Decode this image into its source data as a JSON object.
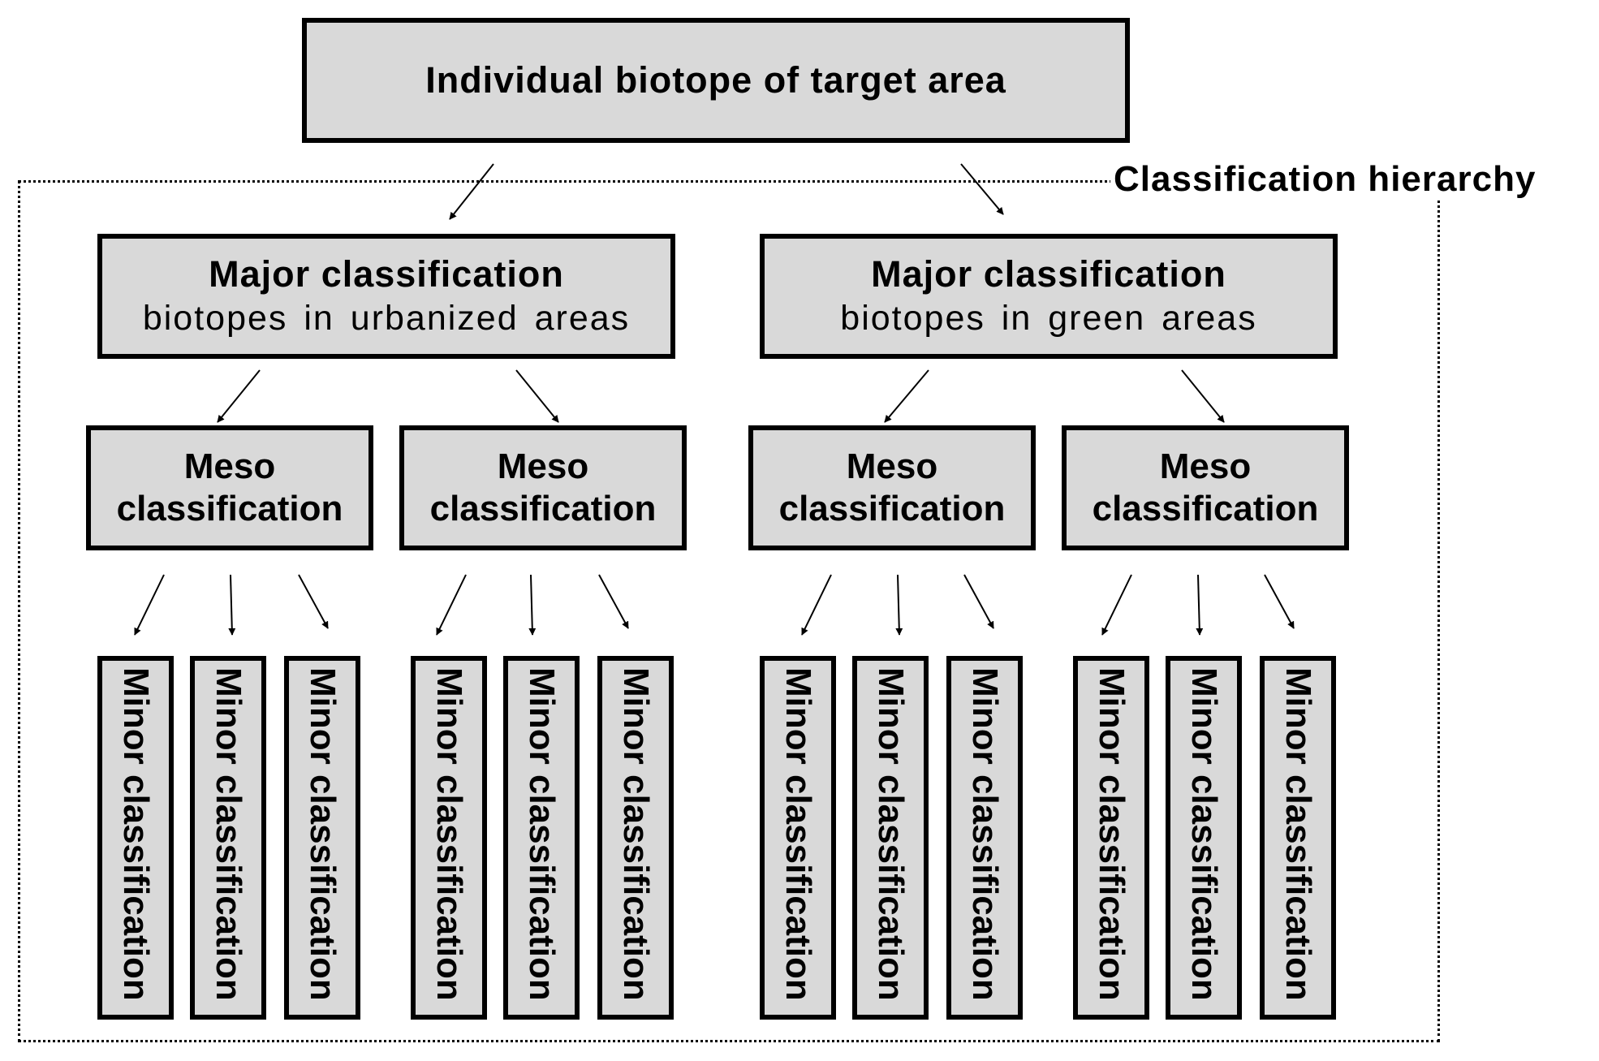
{
  "top": {
    "label": "Individual biotope of target area"
  },
  "frame_label": "Classification hierarchy",
  "majors": [
    {
      "title": "Major classification",
      "subtitle": "biotopes in urbanized areas"
    },
    {
      "title": "Major classification",
      "subtitle": "biotopes in green areas"
    }
  ],
  "meso": {
    "line1": "Meso",
    "line2": "classification"
  },
  "minor": {
    "label": "Minor classification"
  }
}
